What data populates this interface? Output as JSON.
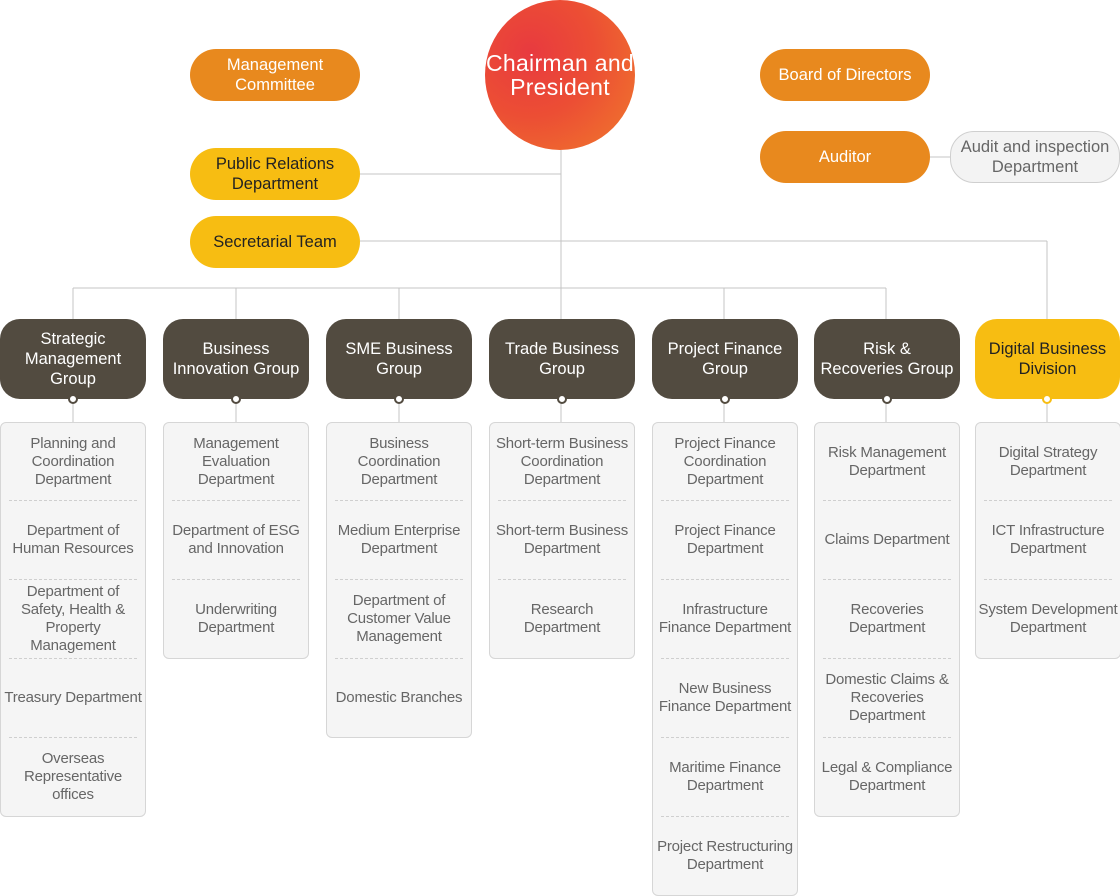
{
  "chairman": "Chairman and President",
  "management_committee": "Management Committee",
  "board_of_directors": "Board of Directors",
  "auditor": "Auditor",
  "audit_inspection": "Audit and inspection Department",
  "public_relations": "Public Relations Department",
  "secretarial_team": "Secretarial Team",
  "colors": {
    "orange": "#e8891e",
    "yellow": "#f7bd12",
    "dark": "#524b40",
    "chairman_red": "#e83a3f"
  },
  "groups": [
    {
      "name": "Strategic Management Group",
      "departments": [
        "Planning and Coordination Department",
        "Department of Human Resources",
        "Department of Safety, Health & Property Management",
        "Treasury Department",
        "Overseas Representative offices"
      ]
    },
    {
      "name": "Business Innovation Group",
      "departments": [
        "Management Evaluation Department",
        "Department of ESG and Innovation",
        "Underwriting Department"
      ]
    },
    {
      "name": "SME Business Group",
      "departments": [
        "Business Coordination Department",
        "Medium Enterprise Department",
        "Department of Customer Value Management",
        "Domestic Branches"
      ]
    },
    {
      "name": "Trade Business Group",
      "departments": [
        "Short-term Business Coordination Department",
        "Short-term Business Department",
        "Research Department"
      ]
    },
    {
      "name": "Project Finance Group",
      "departments": [
        "Project Finance Coordination Department",
        "Project Finance Department",
        "Infrastructure Finance Department",
        "New Business Finance Department",
        "Maritime Finance Department",
        "Project Restructuring Department"
      ]
    },
    {
      "name": "Risk & Recoveries Group",
      "departments": [
        "Risk Management Department",
        "Claims Department",
        "Recoveries Department",
        "Domestic Claims & Recoveries Department",
        "Legal & Compliance Department"
      ]
    },
    {
      "name": "Digital Business Division",
      "departments": [
        "Digital Strategy Department",
        "ICT Infrastructure Department",
        "System Development Department"
      ]
    }
  ]
}
